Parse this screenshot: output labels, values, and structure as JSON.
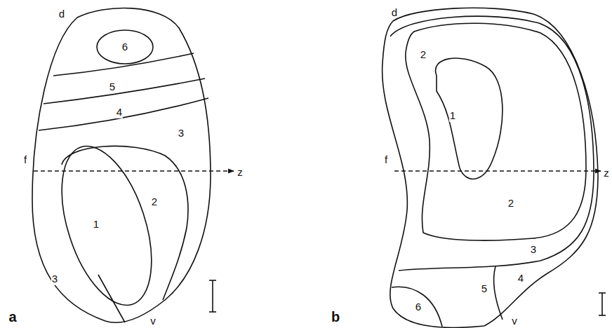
{
  "diagram": {
    "labels": [
      "d",
      "6",
      "5",
      "4",
      "3",
      "f",
      "z",
      "1",
      "2",
      "3",
      "a",
      "v",
      "d",
      "2",
      "1",
      "f",
      "z",
      "2",
      "3",
      "4",
      "5",
      "6",
      "b",
      "v"
    ]
  }
}
